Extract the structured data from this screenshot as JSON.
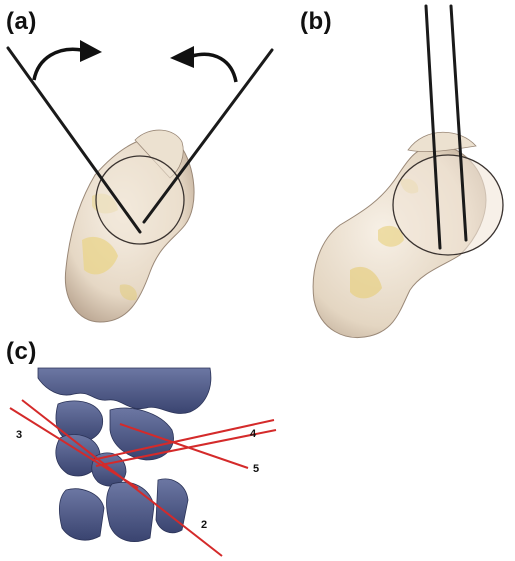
{
  "panels": {
    "a": {
      "label": "(a)"
    },
    "b": {
      "label": "(b)"
    },
    "c": {
      "label": "(c)"
    }
  },
  "figure_c": {
    "line_labels": [
      "2",
      "3",
      "4",
      "5"
    ]
  },
  "colors": {
    "bone_fill": "#efe6d6",
    "bone_shade": "#c9b9a6",
    "cartilage_yellow": "#e9d48a",
    "wire": "#1a1a1a",
    "carpal_bone": "#4a5580",
    "osteotomy_line": "#d42a2a"
  }
}
